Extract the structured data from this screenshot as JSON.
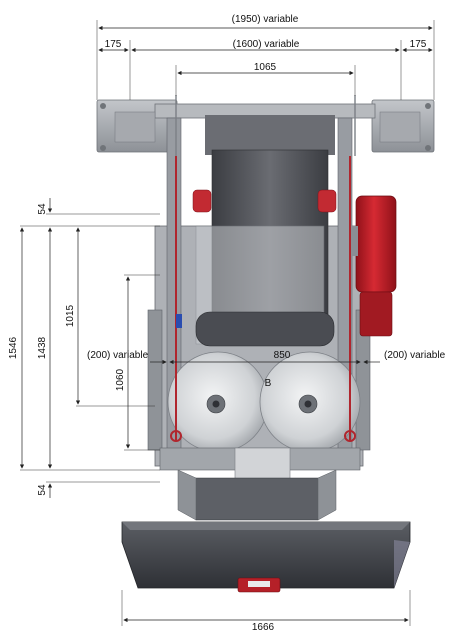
{
  "dimensions": {
    "overall_width": "(1950) variable",
    "inner_width": "(1600) variable",
    "side_left": "175",
    "side_right": "175",
    "drum_spacing": "1065",
    "top_gap": "54",
    "bottom_gap": "54",
    "total_height": "1546",
    "frame_height": "1438",
    "upper_height": "1015",
    "lower_height": "1060",
    "roll_gap_left": "(200) variable",
    "roll_gap_right": "(200) variable",
    "roll_spacing": "850",
    "belt_label": "B",
    "hopper_width": "1666"
  },
  "colors": {
    "frame": "#9a9ea4",
    "frame_dark": "#5b5f66",
    "belt": "#4a4c52",
    "roll": "#d9dbde",
    "motor": "#c0202a",
    "chain": "#b0262e",
    "hopper": "#3f4147"
  }
}
